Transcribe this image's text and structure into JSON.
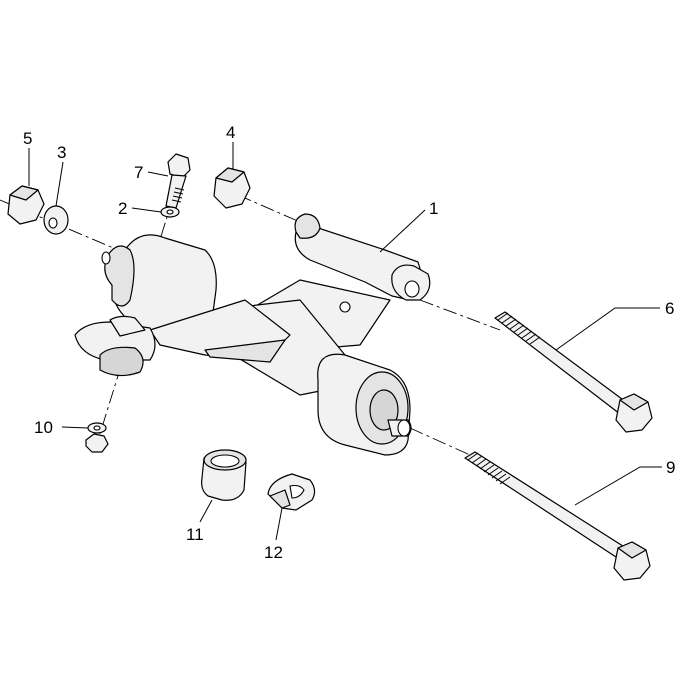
{
  "diagram": {
    "callouts": [
      {
        "id": "c1",
        "label": "1"
      },
      {
        "id": "c2",
        "label": "2"
      },
      {
        "id": "c3",
        "label": "3"
      },
      {
        "id": "c4",
        "label": "4"
      },
      {
        "id": "c5",
        "label": "5"
      },
      {
        "id": "c6",
        "label": "6"
      },
      {
        "id": "c7",
        "label": "7"
      },
      {
        "id": "c9",
        "label": "9"
      },
      {
        "id": "c10",
        "label": "10"
      },
      {
        "id": "c11",
        "label": "11"
      },
      {
        "id": "c12",
        "label": "12"
      }
    ]
  }
}
